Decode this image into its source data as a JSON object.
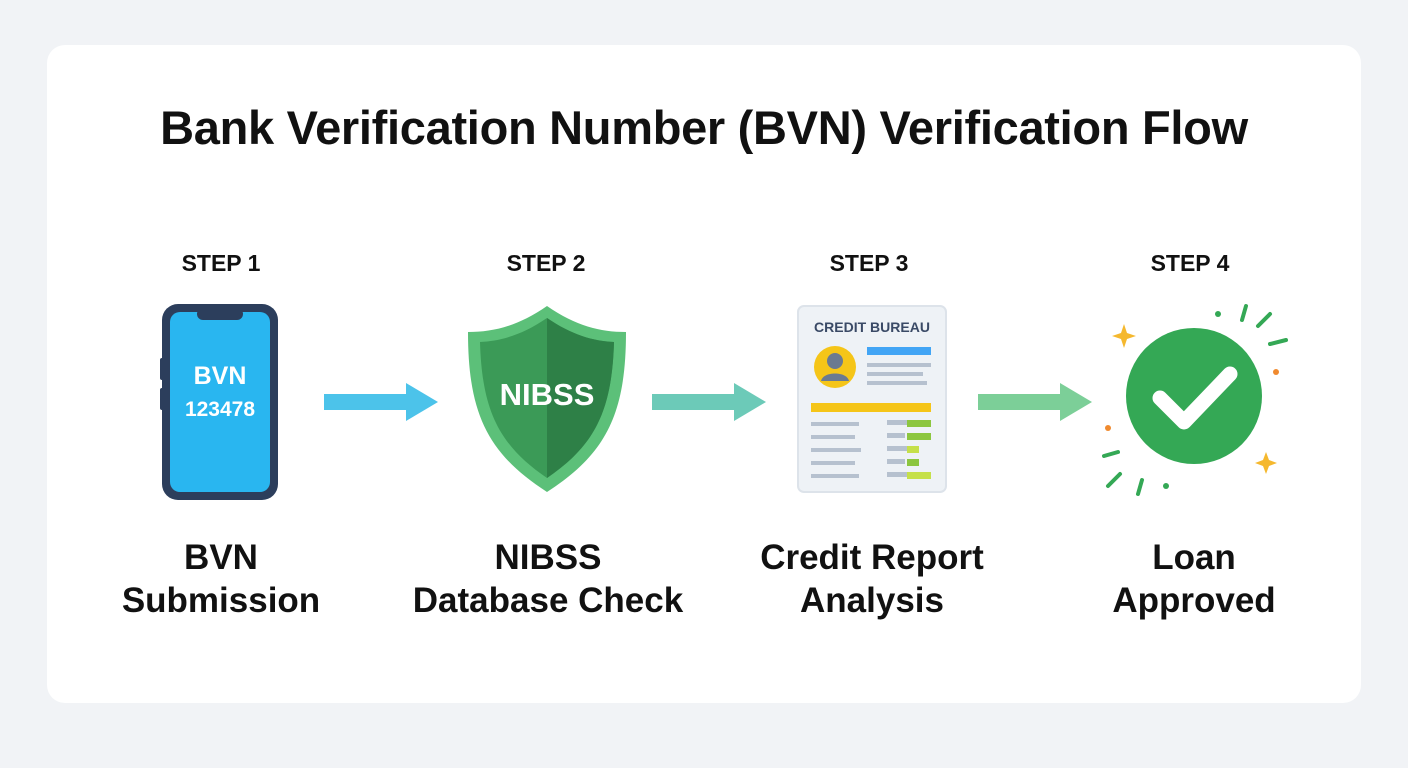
{
  "title": "Bank Verification Number (BVN) Verification Flow",
  "steps": [
    {
      "label": "STEP 1",
      "name_line1": "BVN",
      "name_line2": "Submission",
      "icon": "phone-icon",
      "phone_line1": "BVN",
      "phone_line2": "123478"
    },
    {
      "label": "STEP 2",
      "name_line1": "NIBSS",
      "name_line2": "Database Check",
      "icon": "shield-icon",
      "shield_text": "NIBSS"
    },
    {
      "label": "STEP 3",
      "name_line1": "Credit Report",
      "name_line2": "Analysis",
      "icon": "credit-report-icon",
      "report_header": "CREDIT BUREAU"
    },
    {
      "label": "STEP 4",
      "name_line1": "Loan",
      "name_line2": "Approved",
      "icon": "checkmark-icon"
    }
  ],
  "colors": {
    "phone_screen": "#29b6f0",
    "phone_frame": "#2c3e5c",
    "shield": "#3d9a5a",
    "check": "#34a855",
    "arrow_1": "#4cc3ea",
    "arrow_2": "#6ccab8",
    "arrow_3": "#7ccf98"
  }
}
